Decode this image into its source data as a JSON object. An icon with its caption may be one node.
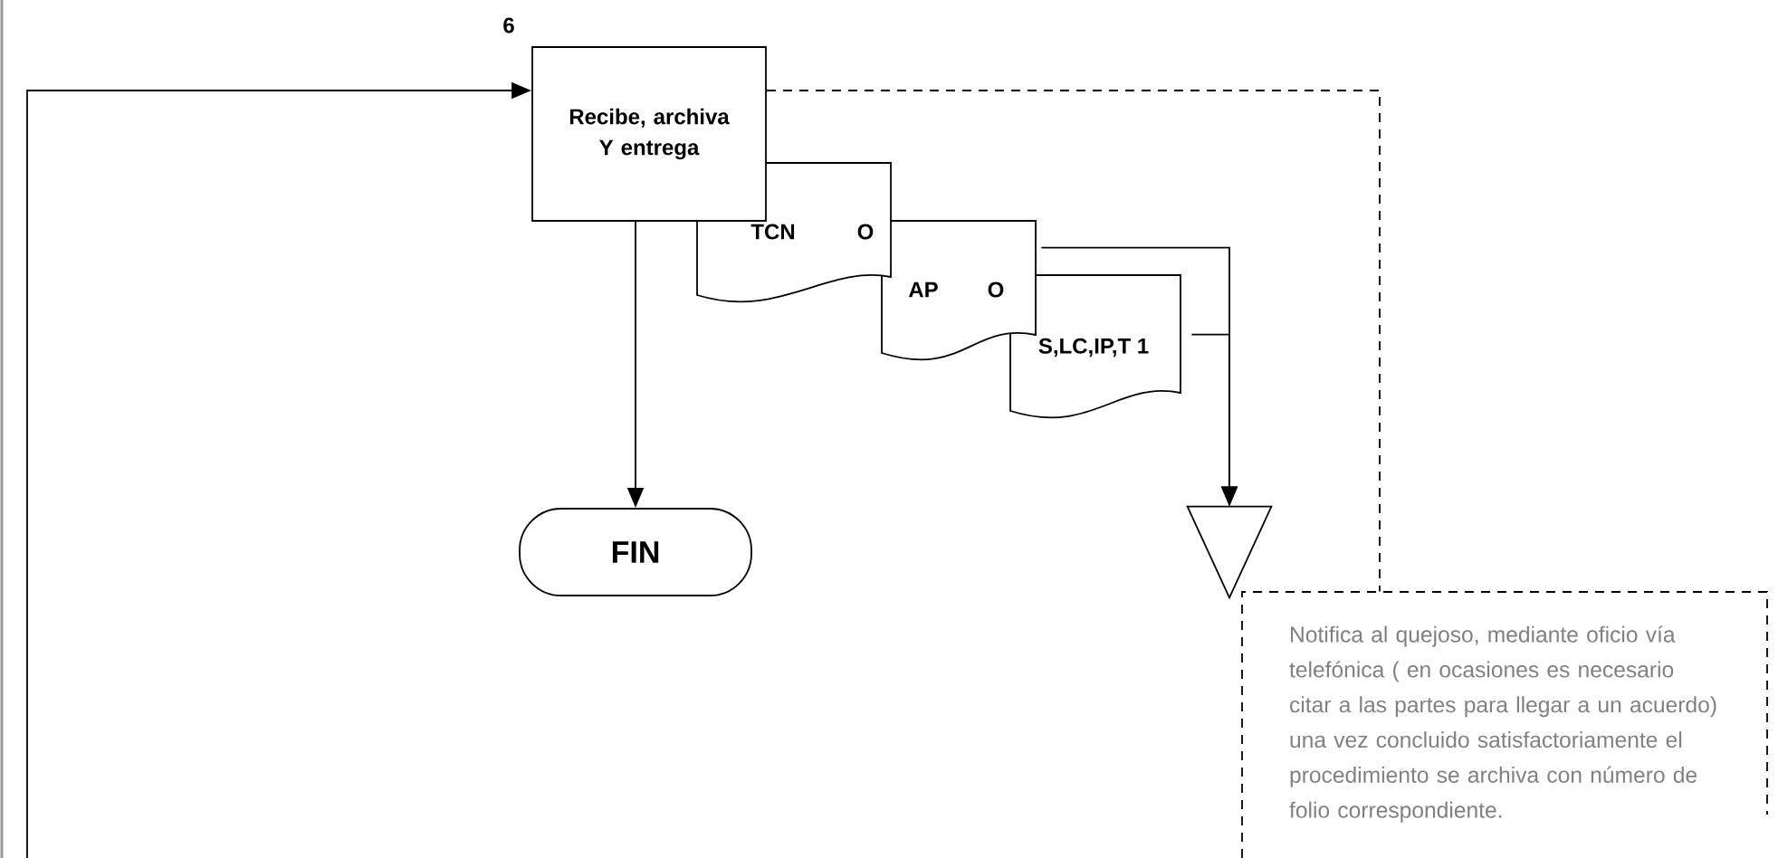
{
  "diagram": {
    "nodes": [
      {
        "text": [
          "Recibe, archiva Y entrega"
        ],
        "beside": [
          "6"
        ]
      },
      {
        "text": [
          "TCN",
          "O"
        ]
      },
      {
        "text": [
          "AP",
          "O"
        ]
      },
      {
        "text": [
          "S,LC,IP,T 1"
        ]
      },
      {
        "text": [
          "FIN"
        ]
      },
      {
        "text": [],
        "shape": "triangle"
      },
      {
        "text": [
          "Notifica al quejoso, mediante oficio vía telefónica ( en ocasiones es necesario citar a las partes para llegar a un acuerdo) una vez concluido satisfactoriamente el procedimiento se archiva con número de folio correspondiente."
        ]
      }
    ],
    "edges": [
      {
        "from": null,
        "to": 0,
        "arrow": "to"
      },
      {
        "from": 0,
        "to": 4,
        "arrow": "to"
      },
      {
        "from": 2,
        "to": 5,
        "arrow": "to"
      },
      {
        "from": 3,
        "to": 5,
        "arrow": "to"
      },
      {
        "from": 0,
        "to": 6,
        "arrow": "none",
        "style": "dashed"
      }
    ]
  }
}
